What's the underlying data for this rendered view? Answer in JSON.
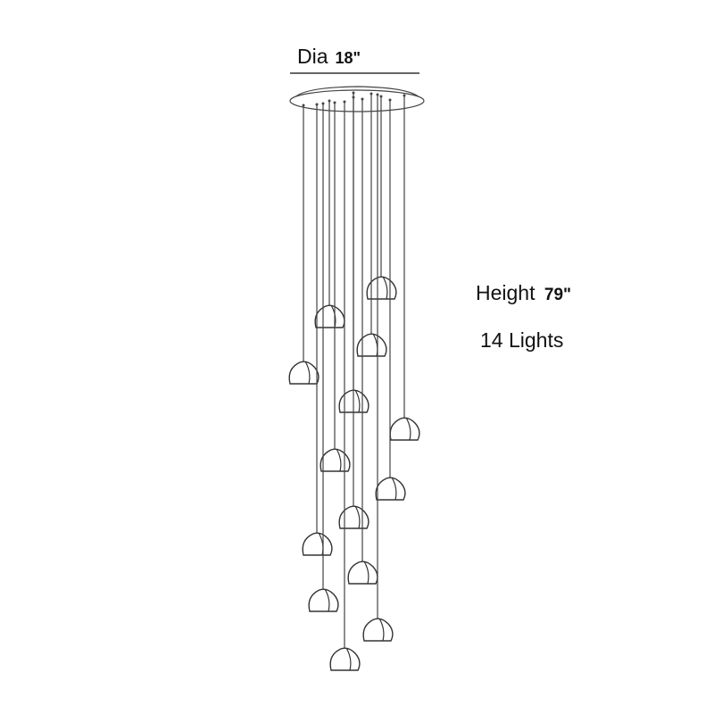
{
  "diameter": {
    "label": "Dia",
    "value": "18\""
  },
  "height": {
    "label": "Height",
    "value": "79\""
  },
  "lights": {
    "text": "14 Lights"
  },
  "colors": {
    "line": "#444444",
    "background": "#ffffff"
  }
}
